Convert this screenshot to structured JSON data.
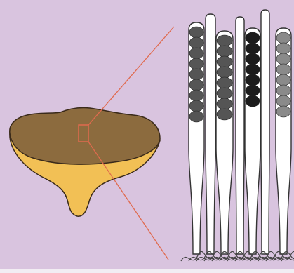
{
  "figure": {
    "description_text": "",
    "colors": {
      "background": "#d9c4df",
      "frame": "#e8e2ea",
      "taste_bud_top": "#8c6b3e",
      "taste_bud_body": "#f2c055",
      "outline": "#3a2a1a",
      "zoom_lines": "#e06a4e",
      "cell_dark": "#1c1c1c",
      "cell_mid": "#555555",
      "cell_light": "#8a8a8a",
      "cell_fill": "#ffffff"
    },
    "icons": {
      "taste_bud": "taste-bud-shape",
      "zoom_box": "zoom-region-box",
      "receptor_cells": "receptor-cell-bundle"
    }
  }
}
